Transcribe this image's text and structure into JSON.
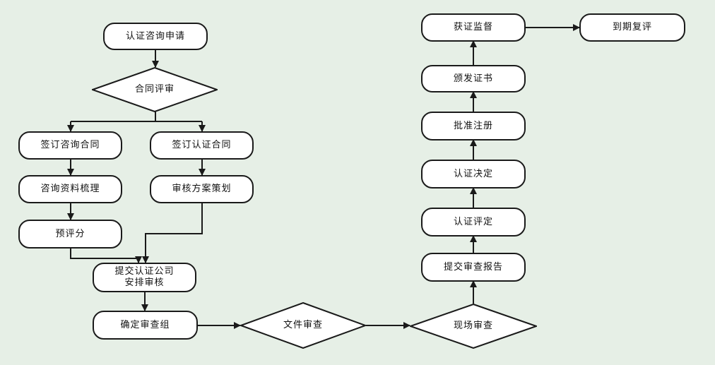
{
  "nodes": {
    "consult_apply": "认证咨询申请",
    "contract_review": "合同评审",
    "sign_consult": "签订咨询合同",
    "sign_cert": "签订认证合同",
    "doc_sort": "咨询资料梳理",
    "audit_plan": "审核方案策划",
    "pre_score": "预评分",
    "submit_line1": "提交认证公司",
    "submit_line2": "安排审核",
    "audit_team": "确定审查组",
    "doc_review": "文件审查",
    "site_review": "现场审查",
    "submit_report": "提交审查报告",
    "cert_eval": "认证评定",
    "cert_decide": "认证决定",
    "approve_reg": "批准注册",
    "issue_cert": "颁发证书",
    "supervise": "获证监督",
    "renewal": "到期复评"
  },
  "colors": {
    "background": "#e6efe6",
    "node_fill": "#ffffff",
    "stroke": "#1a1a1a"
  }
}
